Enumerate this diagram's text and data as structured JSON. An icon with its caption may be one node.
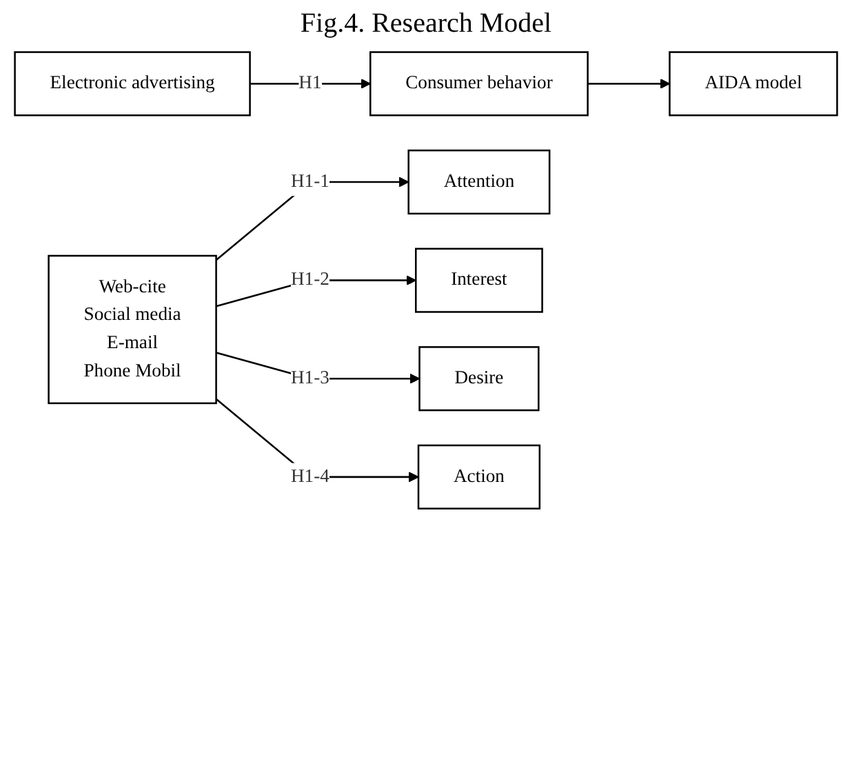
{
  "diagram": {
    "title": "Fig.4. Research Model",
    "nodes": [
      {
        "text": [
          "Electronic advertising"
        ]
      },
      {
        "text": [
          "Consumer behavior"
        ]
      },
      {
        "text": [
          "AIDA model"
        ]
      },
      {
        "text": [
          "Web-cite",
          "Social media",
          "E-mail",
          "Phone Mobil"
        ]
      },
      {
        "text": [
          "Attention"
        ]
      },
      {
        "text": [
          "Interest"
        ]
      },
      {
        "text": [
          "Desire"
        ]
      },
      {
        "text": [
          "Action"
        ]
      }
    ],
    "edges": [
      {
        "from": 0,
        "to": 1,
        "arrow": "to",
        "label": "H1"
      },
      {
        "from": 1,
        "to": 2,
        "arrow": "to"
      },
      {
        "from": 3,
        "to": 4,
        "arrow": "to",
        "label": "H1-1"
      },
      {
        "from": 3,
        "to": 5,
        "arrow": "to",
        "label": "H1-2"
      },
      {
        "from": 3,
        "to": 6,
        "arrow": "to",
        "label": "H1-3"
      },
      {
        "from": 3,
        "to": 7,
        "arrow": "to",
        "label": "H1-4"
      }
    ]
  }
}
